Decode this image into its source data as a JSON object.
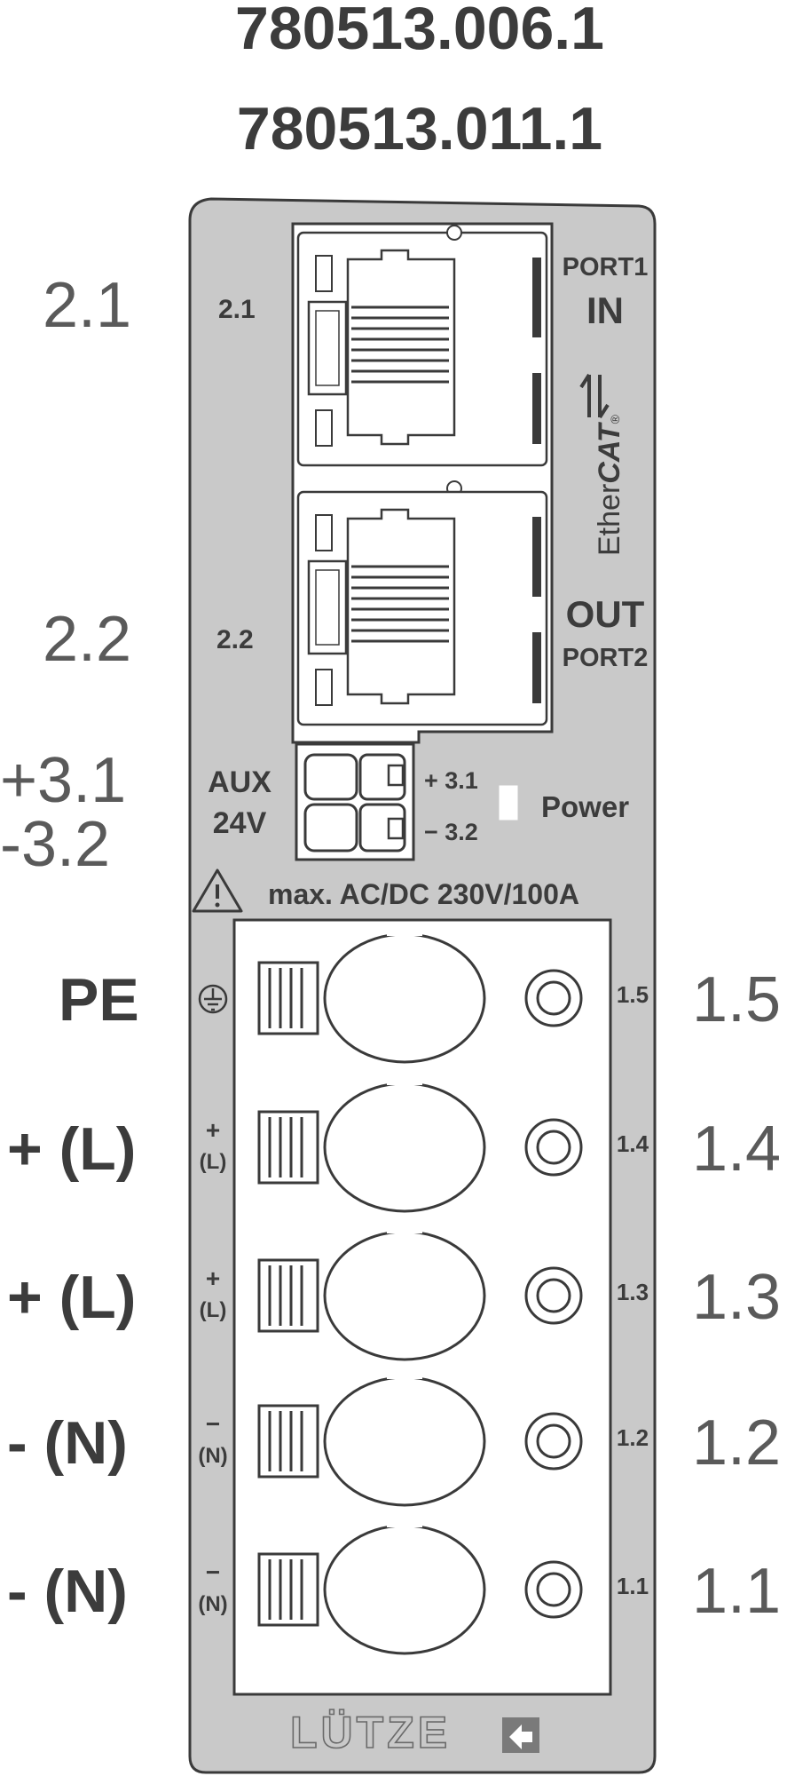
{
  "header": {
    "part_number_1": "780513.006.1",
    "part_number_2": "780513.011.1"
  },
  "ethernet": {
    "port1": {
      "outer_label": "2.1",
      "inner_label": "2.1",
      "port_label": "PORT1",
      "direction_label": "IN"
    },
    "port2": {
      "outer_label": "2.2",
      "inner_label": "2.2",
      "port_label": "PORT2",
      "direction_label": "OUT"
    },
    "logo": {
      "prefix": "Ether",
      "suffix": "CAT",
      "registered": "®"
    }
  },
  "aux": {
    "outer_plus": "+3.1",
    "outer_minus": "-3.2",
    "title_line1": "AUX",
    "title_line2": "24V",
    "pin_plus": "+ 3.1",
    "pin_minus": "− 3.2",
    "power_label": "Power"
  },
  "warning": {
    "text": "max. AC/DC 230V/100A"
  },
  "terminals": [
    {
      "left_label": "PE",
      "symbol_top": "",
      "symbol_bottom": "",
      "pin_label": "1.5",
      "right_label": "1.5",
      "is_earth": true
    },
    {
      "left_label": "+ (L)",
      "symbol_top": "+",
      "symbol_bottom": "(L)",
      "pin_label": "1.4",
      "right_label": "1.4",
      "is_earth": false
    },
    {
      "left_label": "+ (L)",
      "symbol_top": "+",
      "symbol_bottom": "(L)",
      "pin_label": "1.3",
      "right_label": "1.3",
      "is_earth": false
    },
    {
      "left_label": "- (N)",
      "symbol_top": "−",
      "symbol_bottom": "(N)",
      "pin_label": "1.2",
      "right_label": "1.2",
      "is_earth": false
    },
    {
      "left_label": "- (N)",
      "symbol_top": "−",
      "symbol_bottom": "(N)",
      "pin_label": "1.1",
      "right_label": "1.1",
      "is_earth": false
    }
  ],
  "brand": {
    "name": "LÜTZE"
  },
  "colors": {
    "housing": "#c9c9c9",
    "outline": "#3a3a3a",
    "text_dark": "#3c3c3c",
    "text_outer": "#5a5a5a",
    "panel_white": "#ffffff"
  }
}
